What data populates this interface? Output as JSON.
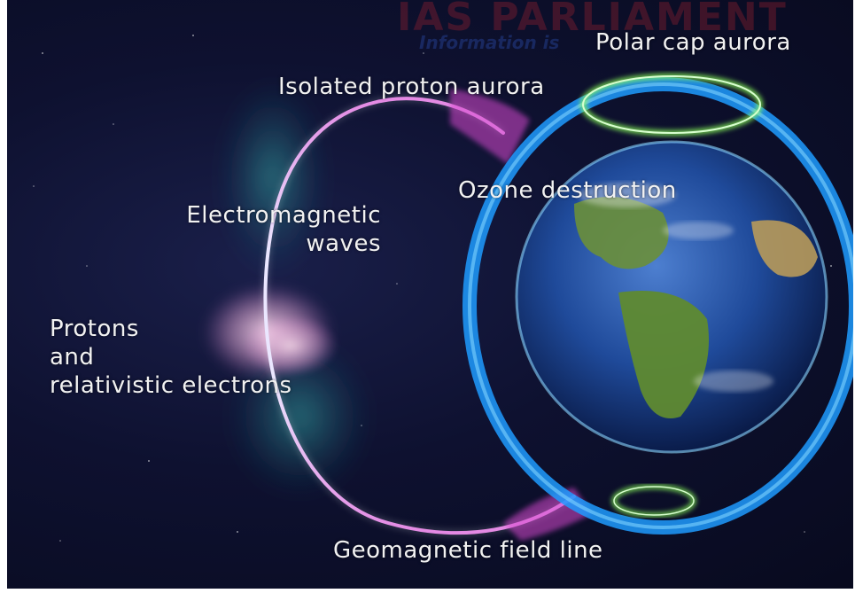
{
  "labels": {
    "polar_cap_aurora": "Polar cap aurora",
    "isolated_proton_aurora": "Isolated proton aurora",
    "ozone_destruction": "Ozone destruction",
    "electromagnetic_line1": "Electromagnetic",
    "electromagnetic_line2": "waves",
    "protons_line1": "Protons",
    "protons_line2": "and",
    "protons_line3": "relativistic electrons",
    "geomagnetic_field_line": "Geomagnetic field line"
  },
  "watermark": {
    "brand": "IAS PARLIAMENT",
    "tagline": "Information is"
  },
  "colors": {
    "background": "#0b0e28",
    "field_line": "#d9d4ff",
    "ring": "#2aa8ff",
    "aurora_green": "#7dff5a",
    "proton_magenta": "#e24bd6"
  }
}
